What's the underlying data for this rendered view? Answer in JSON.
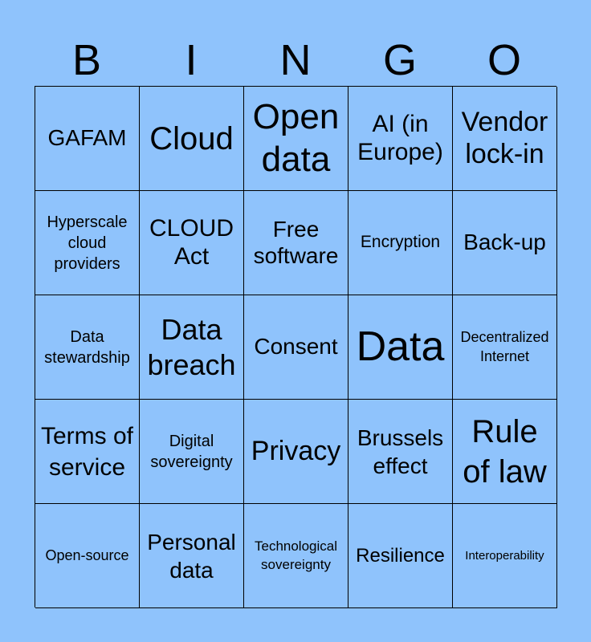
{
  "header": [
    "B",
    "I",
    "N",
    "G",
    "O"
  ],
  "cells": [
    "GAFAM",
    "Cloud",
    "Open data",
    "AI (in Europe)",
    "Vendor lock-in",
    "Hyperscale cloud providers",
    "CLOUD Act",
    "Free software",
    "Encryption",
    "Back-up",
    "Data stewardship",
    "Data breach",
    "Consent",
    "Data",
    "Decentralized Internet",
    "Terms of service",
    "Digital sovereignty",
    "Privacy",
    "Brussels effect",
    "Rule of law",
    "Open-source",
    "Personal data",
    "Technological sovereignty",
    "Resilience",
    "Interoperability"
  ]
}
